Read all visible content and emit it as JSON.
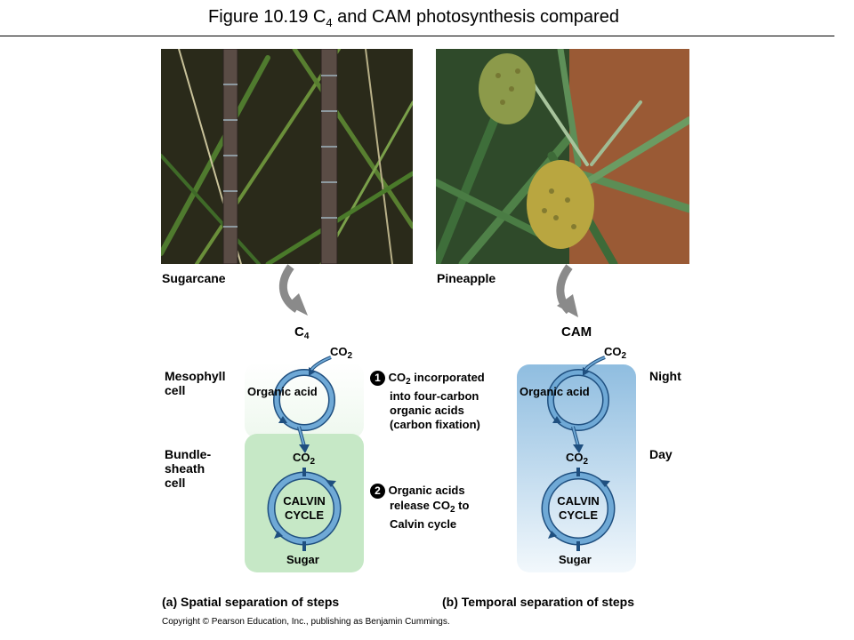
{
  "title": {
    "prefix": "Figure 10.19  C",
    "subscript": "4",
    "suffix": " and CAM photosynthesis compared"
  },
  "photos": {
    "left_label": "Sugarcane",
    "right_label": "Pineapple"
  },
  "c4": {
    "heading": "C",
    "heading_sub": "4",
    "co2_top": "CO",
    "co2_mid": "CO",
    "co2_sub": "2",
    "organic_acid": "Organic acid",
    "calvin_line1": "CALVIN",
    "calvin_line2": "CYCLE",
    "sugar": "Sugar",
    "row1_label_line1": "Mesophyll",
    "row1_label_line2": "cell",
    "row2_label_line1": "Bundle-",
    "row2_label_line2": "sheath",
    "row2_label_line3": "cell",
    "caption": "(a) Spatial separation of steps"
  },
  "cam": {
    "heading": "CAM",
    "co2_top": "CO",
    "co2_mid": "CO",
    "co2_sub": "2",
    "organic_acid": "Organic acid",
    "calvin_line1": "CALVIN",
    "calvin_line2": "CYCLE",
    "sugar": "Sugar",
    "row1_label": "Night",
    "row2_label": "Day",
    "caption": "(b) Temporal separation of steps"
  },
  "steps": [
    {
      "number": "1",
      "lines": [
        "CO",
        "into four-carbon",
        "organic acids",
        "(carbon fixation)"
      ],
      "line1_sub": "2",
      "line1_rest": " incorporated"
    },
    {
      "number": "2",
      "lines": [
        "Organic acids",
        "release CO",
        "Calvin cycle"
      ],
      "line2_sub": "2",
      "line2_rest": " to"
    }
  ],
  "copyright": "Copyright © Pearson Education, Inc., publishing as Benjamin Cummings.",
  "colors": {
    "green_box": "#c6e8c6",
    "green_box_light": "#eef8ee",
    "blue_top": "#8fbde0",
    "blue_bottom": "#eef6fb",
    "arrow_gray": "#8a8a8a",
    "cycle_blue": "#6fa9d6",
    "cycle_outline": "#1f4f7f"
  }
}
